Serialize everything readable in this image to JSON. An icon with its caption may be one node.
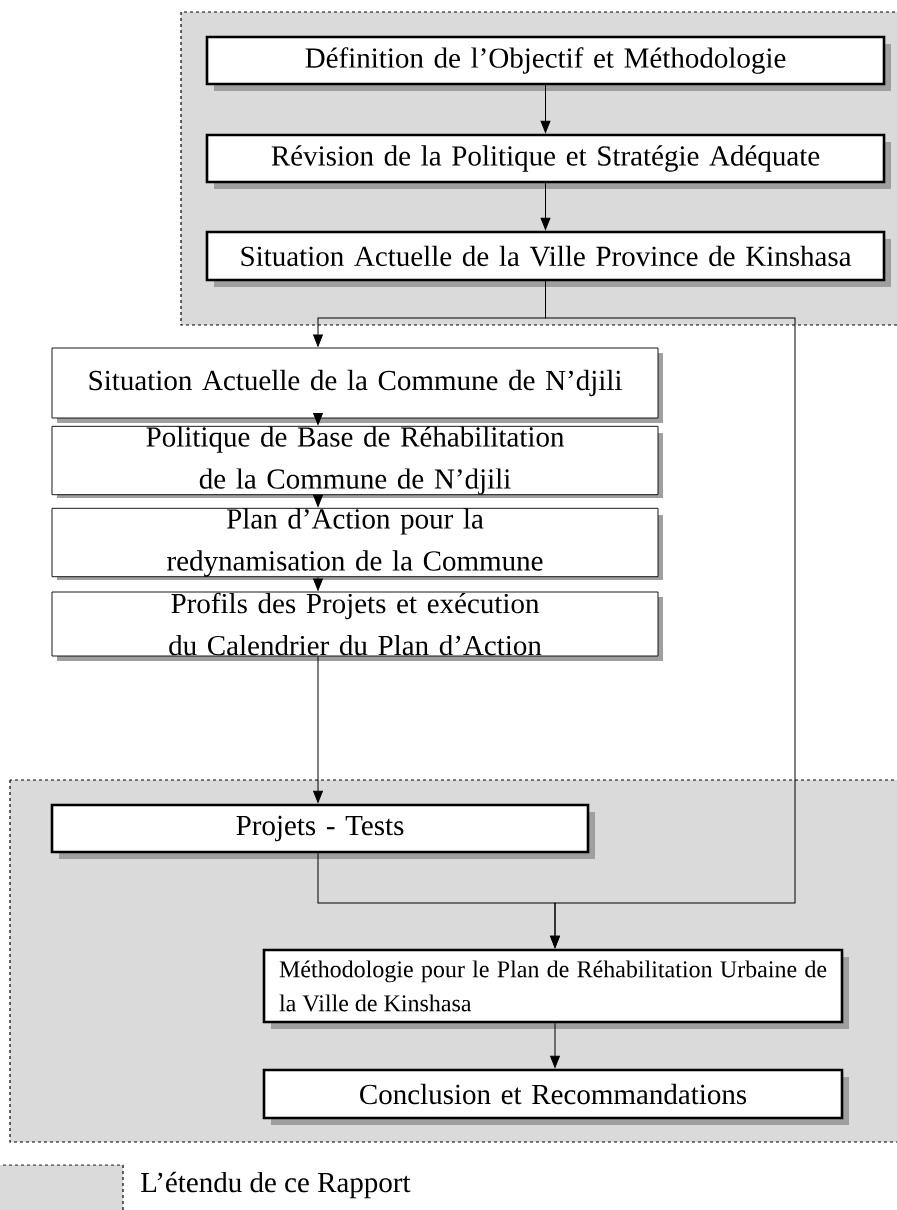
{
  "diagram": {
    "nodes": [
      {
        "text": [
          "Définition de l’Objectif et Méthodologie"
        ]
      },
      {
        "text": [
          "Révision de la Politique et Stratégie Adéquate"
        ]
      },
      {
        "text": [
          "Situation Actuelle de la Ville Province de Kinshasa"
        ]
      },
      {
        "text": [
          "Situation Actuelle de la Commune de N’djili"
        ]
      },
      {
        "text": [
          "Politique de Base de Réhabilitation de la Commune de N’djili"
        ]
      },
      {
        "text": [
          "Plan d’Action pour la redynamisation de la Commune"
        ]
      },
      {
        "text": [
          "Profils des Projets et exécution du Calendrier du Plan d’Action"
        ]
      },
      {
        "text": [
          "Projets - Tests"
        ]
      },
      {
        "text": [
          "Méthodologie pour le Plan de Réhabilitation Urbaine de la Ville de Kinshasa"
        ]
      },
      {
        "text": [
          "Conclusion et Recommandations"
        ]
      }
    ],
    "edges": [
      {
        "from": 0,
        "to": 1,
        "arrow": "to"
      },
      {
        "from": 1,
        "to": 2,
        "arrow": "to"
      },
      {
        "from": 2,
        "to": 3,
        "arrow": "to"
      },
      {
        "from": 2,
        "to": 8,
        "arrow": "to"
      },
      {
        "from": 3,
        "to": 4,
        "arrow": "to"
      },
      {
        "from": 4,
        "to": 5,
        "arrow": "to"
      },
      {
        "from": 5,
        "to": 6,
        "arrow": "to"
      },
      {
        "from": 6,
        "to": 7,
        "arrow": "to"
      },
      {
        "from": 7,
        "to": 8,
        "arrow": "to"
      },
      {
        "from": 8,
        "to": 9,
        "arrow": "to"
      }
    ],
    "legend": [
      {
        "text": "L’étendu de ce Rapport",
        "color": "#dadada"
      }
    ]
  }
}
